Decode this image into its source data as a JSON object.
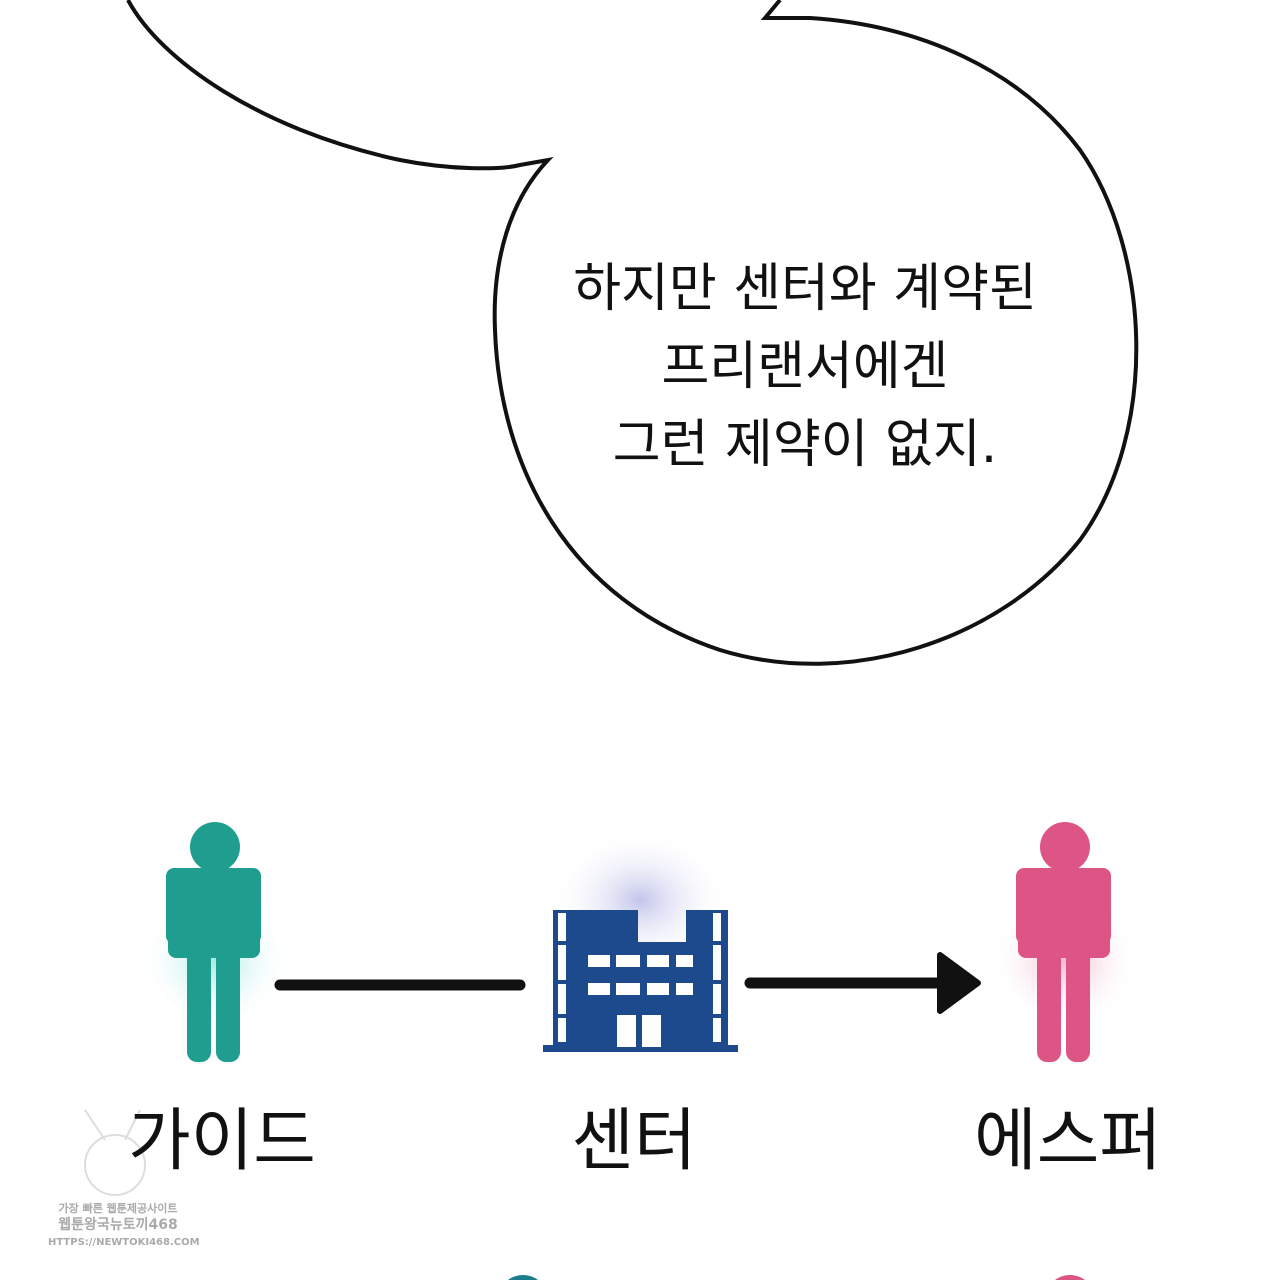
{
  "speech_bubble": {
    "lines": [
      "하지만 센터와 계약된",
      "프리랜서에겐",
      "그런 제약이 없지."
    ]
  },
  "diagram": {
    "nodes": [
      {
        "label": "가이드",
        "icon": "person-icon",
        "color": "#1f9e8f"
      },
      {
        "label": "센터",
        "icon": "building-icon",
        "color": "#1c4a8c"
      },
      {
        "label": "에스퍼",
        "icon": "person-icon",
        "color": "#dc5585"
      }
    ]
  },
  "watermark": {
    "line1": "가장 빠른 웹툰제공사이트",
    "line2": "웹툰왕국뉴토끼468",
    "line3": "HTTPS://NEWTOKI468.COM"
  }
}
